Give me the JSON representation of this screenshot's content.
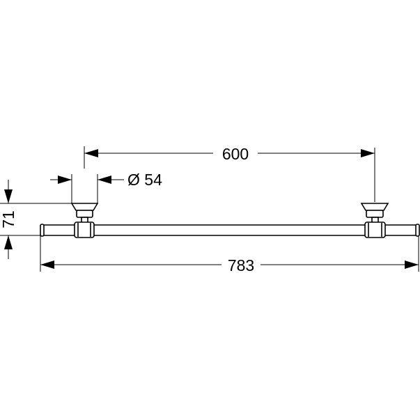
{
  "drawing": {
    "dimensions": {
      "mount_spacing": "600",
      "rosette_diameter": "Ø 54",
      "projection": "71",
      "overall_length": "783"
    },
    "colors": {
      "line": "#000000",
      "background": "#ffffff"
    }
  }
}
